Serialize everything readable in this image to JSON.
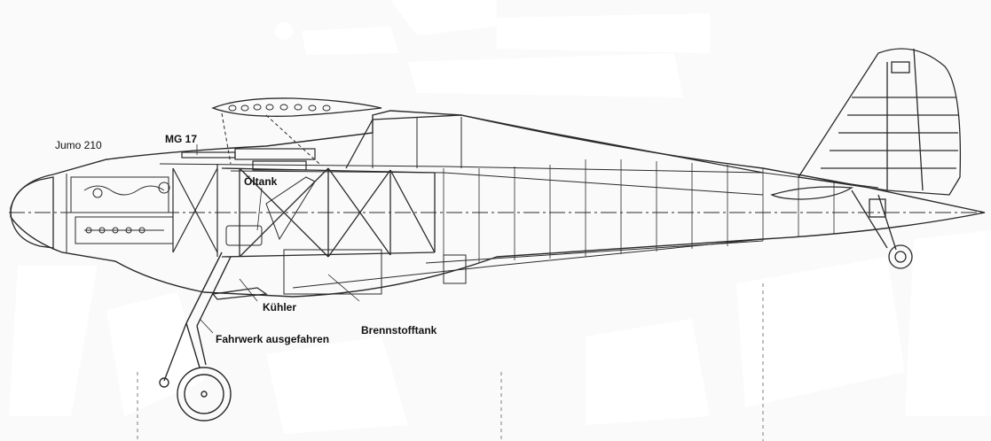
{
  "labels": {
    "jumo": "Jumo 210",
    "mg": "MG 17",
    "oil": "Öltank",
    "cooler": "Kühler",
    "fuel": "Brennstofftank",
    "gear": "Fahrwerk ausgefahren"
  },
  "colors": {
    "line": "#2a2a2a",
    "paper": "#fafafa",
    "blank": "#ffffff"
  }
}
